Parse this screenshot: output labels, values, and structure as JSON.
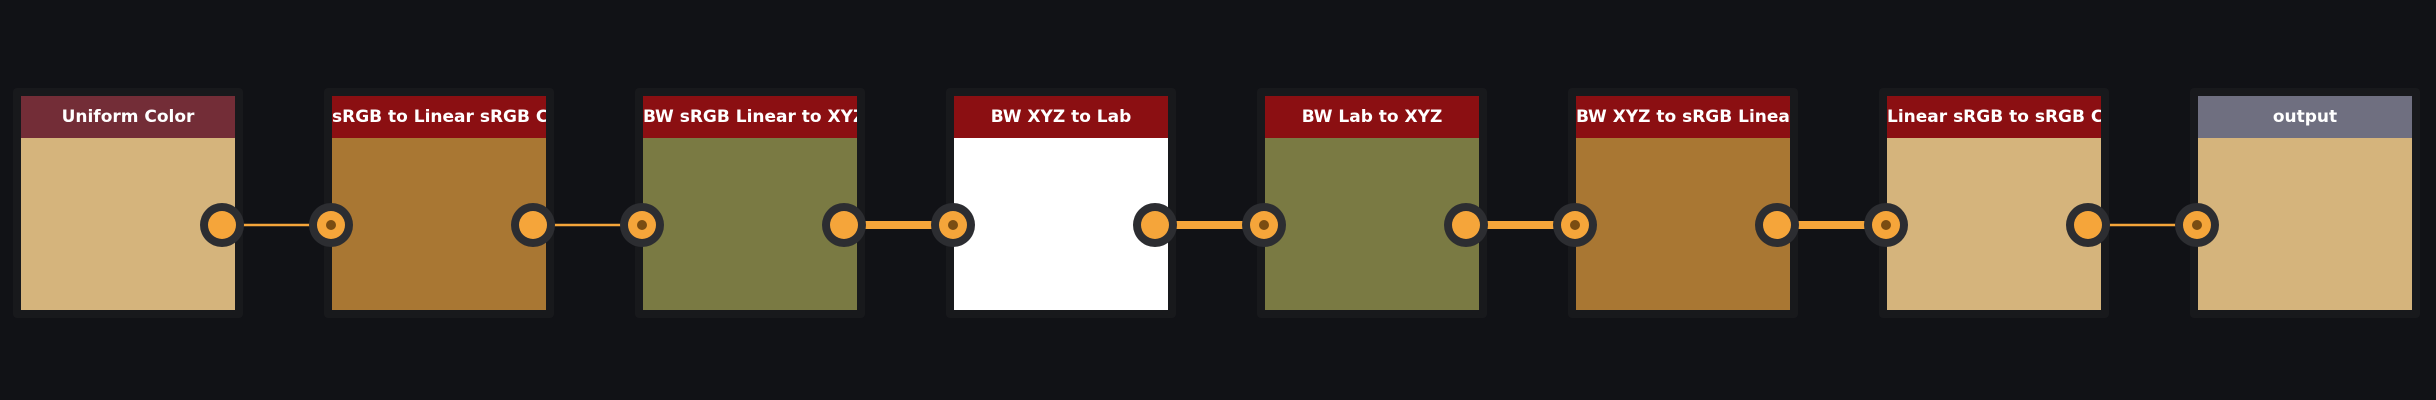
{
  "app": {
    "background": "#111216",
    "wire_color": "#f5a53a"
  },
  "nodes": [
    {
      "id": "uniform-color",
      "title": "Uniform Color",
      "header_color": "#732d37",
      "preview_color": "#d5b47c",
      "has_input": false,
      "has_output": true
    },
    {
      "id": "srgb-to-linear",
      "title": "sRGB to Linear sRGB Color",
      "header_color": "#8b0f12",
      "preview_color": "#a97733",
      "has_input": true,
      "has_output": true
    },
    {
      "id": "bw-srgb-linear-to-xyz",
      "title": "BW sRGB Linear to XYZ",
      "header_color": "#8b0f12",
      "preview_color": "#7a7a43",
      "has_input": true,
      "has_output": true
    },
    {
      "id": "bw-xyz-to-lab",
      "title": "BW XYZ to Lab",
      "header_color": "#8b0f12",
      "preview_color": "#ffffff",
      "has_input": true,
      "has_output": true
    },
    {
      "id": "bw-lab-to-xyz",
      "title": "BW Lab to XYZ",
      "header_color": "#8b0f12",
      "preview_color": "#7a7a43",
      "has_input": true,
      "has_output": true
    },
    {
      "id": "bw-xyz-to-srgb-linear",
      "title": "BW XYZ to sRGB Linear",
      "header_color": "#8b0f12",
      "preview_color": "#a97733",
      "has_input": true,
      "has_output": true
    },
    {
      "id": "linear-srgb-to-srgb",
      "title": "Linear sRGB to sRGB Color",
      "header_color": "#8b0f12",
      "preview_color": "#d5b47c",
      "has_input": true,
      "has_output": true
    },
    {
      "id": "output",
      "title": "output",
      "header_color": "#6f6f80",
      "preview_color": "#d5b47c",
      "has_input": true,
      "has_output": false
    }
  ],
  "connections": [
    {
      "from": 0,
      "to": 1,
      "weight": "thin"
    },
    {
      "from": 1,
      "to": 2,
      "weight": "thin"
    },
    {
      "from": 2,
      "to": 3,
      "weight": "thick"
    },
    {
      "from": 3,
      "to": 4,
      "weight": "thick"
    },
    {
      "from": 4,
      "to": 5,
      "weight": "thick"
    },
    {
      "from": 5,
      "to": 6,
      "weight": "thick"
    },
    {
      "from": 6,
      "to": 7,
      "weight": "thin"
    }
  ]
}
